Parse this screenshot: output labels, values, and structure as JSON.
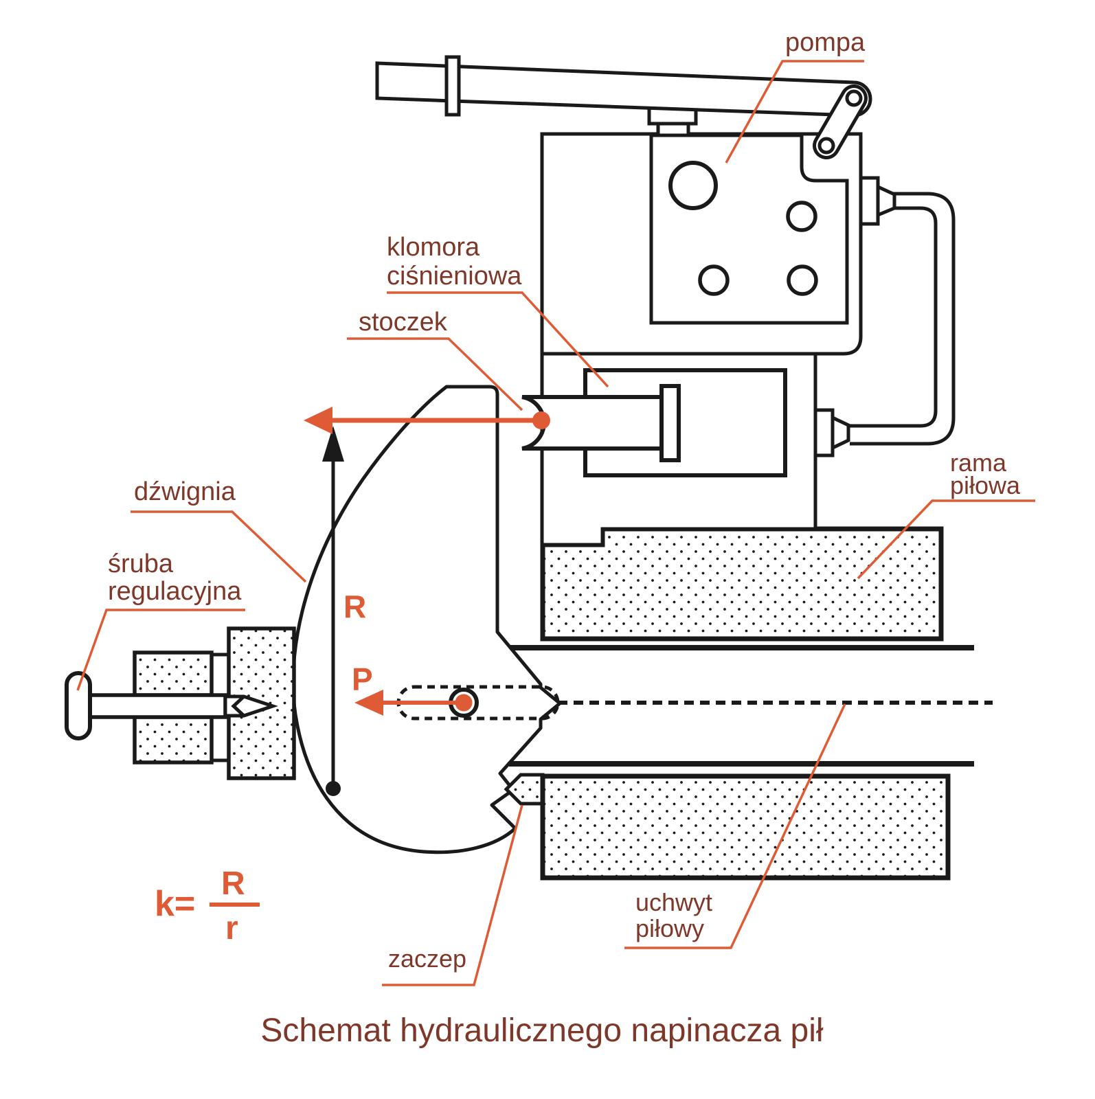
{
  "diagram": {
    "title": "Schemat hydraulicznego napinacza pił",
    "colors": {
      "outline_black": "#1a1a1a",
      "accent_orange": "#de5b35",
      "label_maroon": "#7d382a",
      "background": "#ffffff"
    },
    "labels": {
      "pompa": "pompa",
      "klomora_line1": "klomora",
      "klomora_line2": "ciśnieniowa",
      "stoczek": "stoczek",
      "dzwignia": "dźwignia",
      "sruba_line1": "śruba",
      "sruba_line2": "regulacyjna",
      "rama_line1": "rama",
      "rama_line2": "piłowa",
      "uchwyt_line1": "uchwyt",
      "uchwyt_line2": "piłowy",
      "zaczep": "zaczep"
    },
    "annotations": {
      "radius_arm": "R",
      "force": "P"
    },
    "formula": {
      "lhs": "k=",
      "numerator": "R",
      "denominator": "r"
    }
  }
}
